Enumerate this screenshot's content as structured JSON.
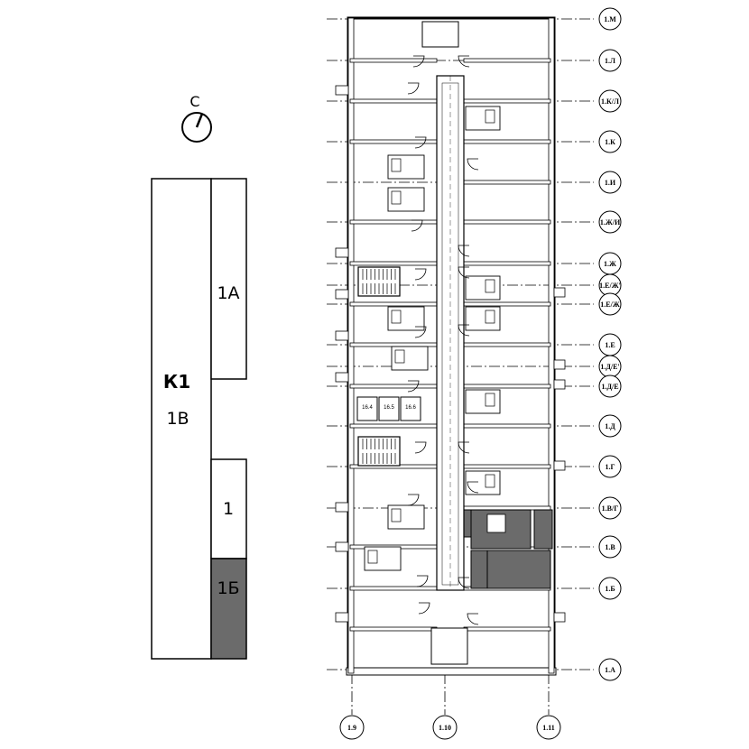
{
  "compass": {
    "label": "С",
    "icon": "north-arrow-icon"
  },
  "key_plan": {
    "building": "К1",
    "sections": [
      {
        "id": "1a",
        "label": "1А",
        "highlighted": false
      },
      {
        "id": "1v",
        "label": "1В",
        "highlighted": false
      },
      {
        "id": "1",
        "label": "1",
        "highlighted": false
      },
      {
        "id": "1b",
        "label": "1Б",
        "highlighted": true
      }
    ],
    "highlight_color": "#6b6b6b"
  },
  "grid_axes_horizontal": [
    "1.М",
    "1.Л",
    "1.К/Л",
    "1.К",
    "1.И",
    "1.Ж/И",
    "1.Ж",
    "1.Е/Ж'",
    "1.Е/Ж",
    "1.Е",
    "1.Д/Е'",
    "1.Д/Е",
    "1.Д",
    "1.Г",
    "1.В/Г",
    "1.В",
    "1.Б",
    "1.А"
  ],
  "grid_axes_vertical": [
    "1.9",
    "1.10",
    "1.11"
  ],
  "room_tags": [
    "16.4",
    "16.5",
    "16.6"
  ],
  "apartment_fill_color": "#6b6b6b"
}
